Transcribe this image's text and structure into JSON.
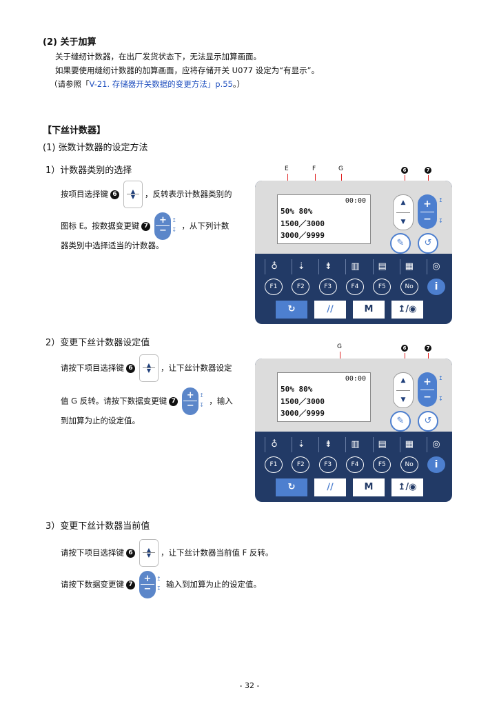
{
  "section2": {
    "heading": "(2) 关于加算",
    "line1": "关于缝纫计数器，在出厂发货状态下，无法显示加算画面。",
    "line2": "如果要使用缝纫计数器的加算画面，应将存储开关 U077 设定为“有显示”。",
    "ref_open": "（请参照「",
    "ref_link": "V-21. 存储器开关数据的变更方法」p.55",
    "ref_close": "。）"
  },
  "bobbin": {
    "title": "【下丝计数器】",
    "sub1": "(1) 张数计数器的设定方法",
    "step1": {
      "heading": "1）计数器类别的选择",
      "t1": "按项目选择键",
      "t2": "，反转表示计数器类别的",
      "t3": "图标 E。按数据变更键",
      "t4": "，从下列计数",
      "t5": "器类别中选择适当的计数器。"
    },
    "step2": {
      "heading": "2）变更下丝计数器设定值",
      "t1": "请按下项目选择键",
      "t2": "，让下丝计数器设定",
      "t3": "值 G 反转。请按下数据变更键",
      "t4": "，输入",
      "t5": "到加算为止的设定值。"
    },
    "step3": {
      "heading": "3）变更下丝计数器当前值",
      "t1": "请按下项目选择键",
      "t2": "，让下丝计数器当前值 F 反转。",
      "t3": "请按下数据变更键",
      "t4": "输入到加算为止的设定值。"
    }
  },
  "keys": {
    "sel_num": "6",
    "dat_num": "7",
    "up": "▲",
    "down": "▼",
    "plus": "+",
    "minus": "−"
  },
  "panel": {
    "time": "00:00",
    "row1": "50%  80%",
    "row2": "1500／3000",
    "row3": "3000／9999",
    "labels": {
      "e": "E",
      "f": "F",
      "g": "G"
    },
    "f_keys": [
      "F1",
      "F2",
      "F3",
      "F4",
      "F5",
      "No"
    ],
    "info": "i",
    "m": "M"
  },
  "page_number": "- 32 -"
}
